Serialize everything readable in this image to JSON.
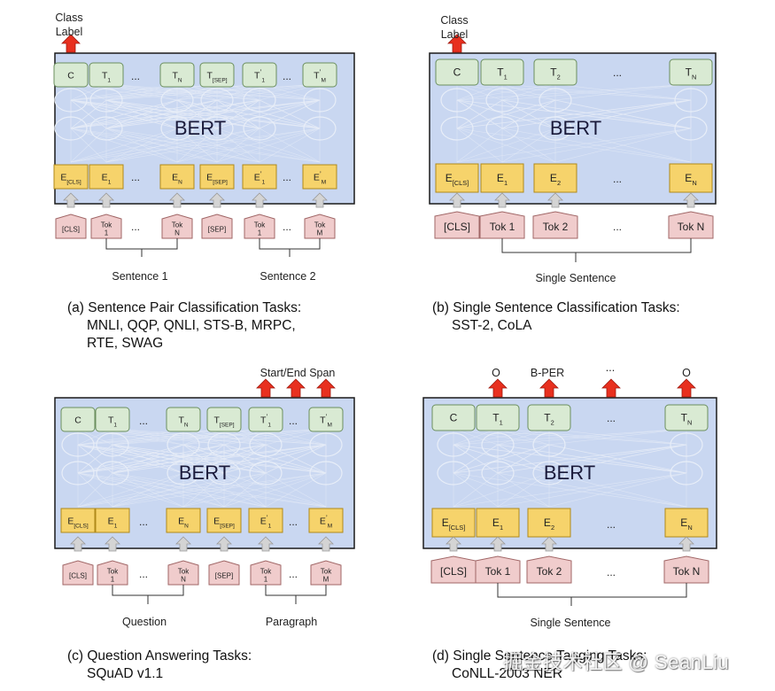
{
  "model_label": "BERT",
  "ellipsis": "...",
  "colors": {
    "panel_fill": "#c9d7f1",
    "panel_stroke": "#1a1a1a",
    "embed_fill": "#f6d36b",
    "embed_stroke": "#b08a1a",
    "out_fill": "#d9ead3",
    "out_stroke": "#6b8f5e",
    "tok_fill": "#f0cccc",
    "tok_stroke": "#a06666",
    "arrow_red": "#e8301f",
    "arrow_gray": "#d4d4d4"
  },
  "panels": [
    {
      "id": "a",
      "top_labels": [
        "Class Label"
      ],
      "outputs": [
        {
          "text": "C"
        },
        {
          "text": "T",
          "sub": "1"
        },
        {
          "text": "T",
          "sub": "N"
        },
        {
          "text": "T",
          "sub": "[SEP]"
        },
        {
          "text": "T",
          "sub": "1",
          "sup": "’"
        },
        {
          "text": "T",
          "sub": "M",
          "sup": "’"
        }
      ],
      "embeddings": [
        {
          "text": "E",
          "sub": "[CLS]"
        },
        {
          "text": "E",
          "sub": "1"
        },
        {
          "text": "E",
          "sub": "N"
        },
        {
          "text": "E",
          "sub": "[SEP]"
        },
        {
          "text": "E",
          "sub": "1",
          "sup": "’"
        },
        {
          "text": "E",
          "sub": "M",
          "sup": "’"
        }
      ],
      "tokens": [
        {
          "line1": "[CLS]"
        },
        {
          "line1": "Tok",
          "line2": "1"
        },
        {
          "line1": "Tok",
          "line2": "N"
        },
        {
          "line1": "[SEP]"
        },
        {
          "line1": "Tok",
          "line2": "1"
        },
        {
          "line1": "Tok",
          "line2": "M"
        }
      ],
      "groups": [
        "Sentence 1",
        "Sentence 2"
      ],
      "caption": [
        "(a) Sentence Pair Classification Tasks:",
        "MNLI, QQP, QNLI, STS-B, MRPC,",
        "RTE, SWAG"
      ]
    },
    {
      "id": "b",
      "top_labels": [
        "Class Label"
      ],
      "outputs": [
        {
          "text": "C"
        },
        {
          "text": "T",
          "sub": "1"
        },
        {
          "text": "T",
          "sub": "2"
        },
        {
          "text": "T",
          "sub": "N"
        }
      ],
      "embeddings": [
        {
          "text": "E",
          "sub": "[CLS]"
        },
        {
          "text": "E",
          "sub": "1"
        },
        {
          "text": "E",
          "sub": "2"
        },
        {
          "text": "E",
          "sub": "N"
        }
      ],
      "tokens": [
        {
          "line1": "[CLS]"
        },
        {
          "line1": "Tok 1"
        },
        {
          "line1": "Tok 2"
        },
        {
          "line1": "Tok N"
        }
      ],
      "groups": [
        "Single Sentence"
      ],
      "caption": [
        "(b) Single Sentence Classification Tasks:",
        "SST-2, CoLA"
      ]
    },
    {
      "id": "c",
      "top_labels": [
        "Start/End Span"
      ],
      "outputs": [
        {
          "text": "C"
        },
        {
          "text": "T",
          "sub": "1"
        },
        {
          "text": "T",
          "sub": "N"
        },
        {
          "text": "T",
          "sub": "[SEP]"
        },
        {
          "text": "T",
          "sub": "1",
          "sup": "’"
        },
        {
          "text": "T",
          "sub": "M",
          "sup": "’"
        }
      ],
      "embeddings": [
        {
          "text": "E",
          "sub": "[CLS]"
        },
        {
          "text": "E",
          "sub": "1"
        },
        {
          "text": "E",
          "sub": "N"
        },
        {
          "text": "E",
          "sub": "[SEP]"
        },
        {
          "text": "E",
          "sub": "1",
          "sup": "’"
        },
        {
          "text": "E",
          "sub": "M",
          "sup": "’"
        }
      ],
      "tokens": [
        {
          "line1": "[CLS]"
        },
        {
          "line1": "Tok",
          "line2": "1"
        },
        {
          "line1": "Tok",
          "line2": "N"
        },
        {
          "line1": "[SEP]"
        },
        {
          "line1": "Tok",
          "line2": "1"
        },
        {
          "line1": "Tok",
          "line2": "M"
        }
      ],
      "groups": [
        "Question",
        "Paragraph"
      ],
      "caption": [
        "(c) Question Answering Tasks:",
        "SQuAD v1.1"
      ]
    },
    {
      "id": "d",
      "top_labels": [
        "O",
        "B-PER",
        "...",
        "O"
      ],
      "outputs": [
        {
          "text": "C"
        },
        {
          "text": "T",
          "sub": "1"
        },
        {
          "text": "T",
          "sub": "2"
        },
        {
          "text": "T",
          "sub": "N"
        }
      ],
      "embeddings": [
        {
          "text": "E",
          "sub": "[CLS]"
        },
        {
          "text": "E",
          "sub": "1"
        },
        {
          "text": "E",
          "sub": "2"
        },
        {
          "text": "E",
          "sub": "N"
        }
      ],
      "tokens": [
        {
          "line1": "[CLS]"
        },
        {
          "line1": "Tok 1"
        },
        {
          "line1": "Tok 2"
        },
        {
          "line1": "Tok N"
        }
      ],
      "groups": [
        "Single Sentence"
      ],
      "caption": [
        "(d) Single Sentence Tagging Tasks:",
        "CoNLL-2003 NER"
      ]
    }
  ],
  "watermark": "掘金技术社区 @ SeanLiu"
}
